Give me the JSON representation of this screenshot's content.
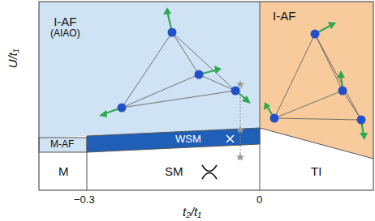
{
  "diagram": {
    "nodes": [
      {
        "text": [
          "I-AF",
          "(AIAO)"
        ]
      },
      {
        "text": [
          "M-AF"
        ]
      },
      {
        "text": [
          "WSM"
        ]
      },
      {
        "text": [
          "M"
        ]
      },
      {
        "text": [
          "SM"
        ]
      },
      {
        "text": [
          "TI"
        ]
      },
      {
        "text": [
          "I-AF"
        ]
      }
    ],
    "labels": [
      "U/t₁",
      "t₂/t₁",
      "−0.3",
      "0"
    ]
  }
}
